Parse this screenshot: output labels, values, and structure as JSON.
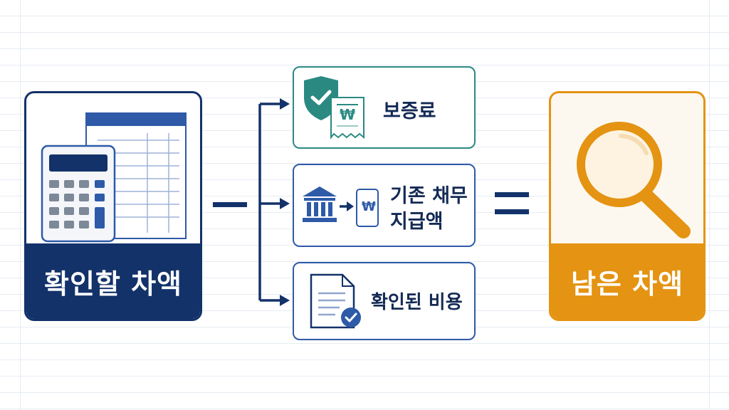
{
  "left_panel": {
    "label": "확인할 차액",
    "icon": "calculator-spreadsheet-icon"
  },
  "operator_minus": "−",
  "operator_equals": "=",
  "cards": [
    {
      "label": "보증료",
      "icon": "shield-receipt-icon"
    },
    {
      "label_line1": "기존 채무",
      "label_line2": "지급액",
      "icon": "bank-transfer-icon"
    },
    {
      "label": "확인된 비용",
      "icon": "document-check-icon"
    }
  ],
  "currency_symbol": "₩",
  "right_panel": {
    "label": "남은 차액",
    "icon": "magnifier-icon"
  },
  "colors": {
    "navy": "#13326a",
    "teal": "#2a8a82",
    "blue": "#2e5aa8",
    "orange": "#e49312"
  }
}
